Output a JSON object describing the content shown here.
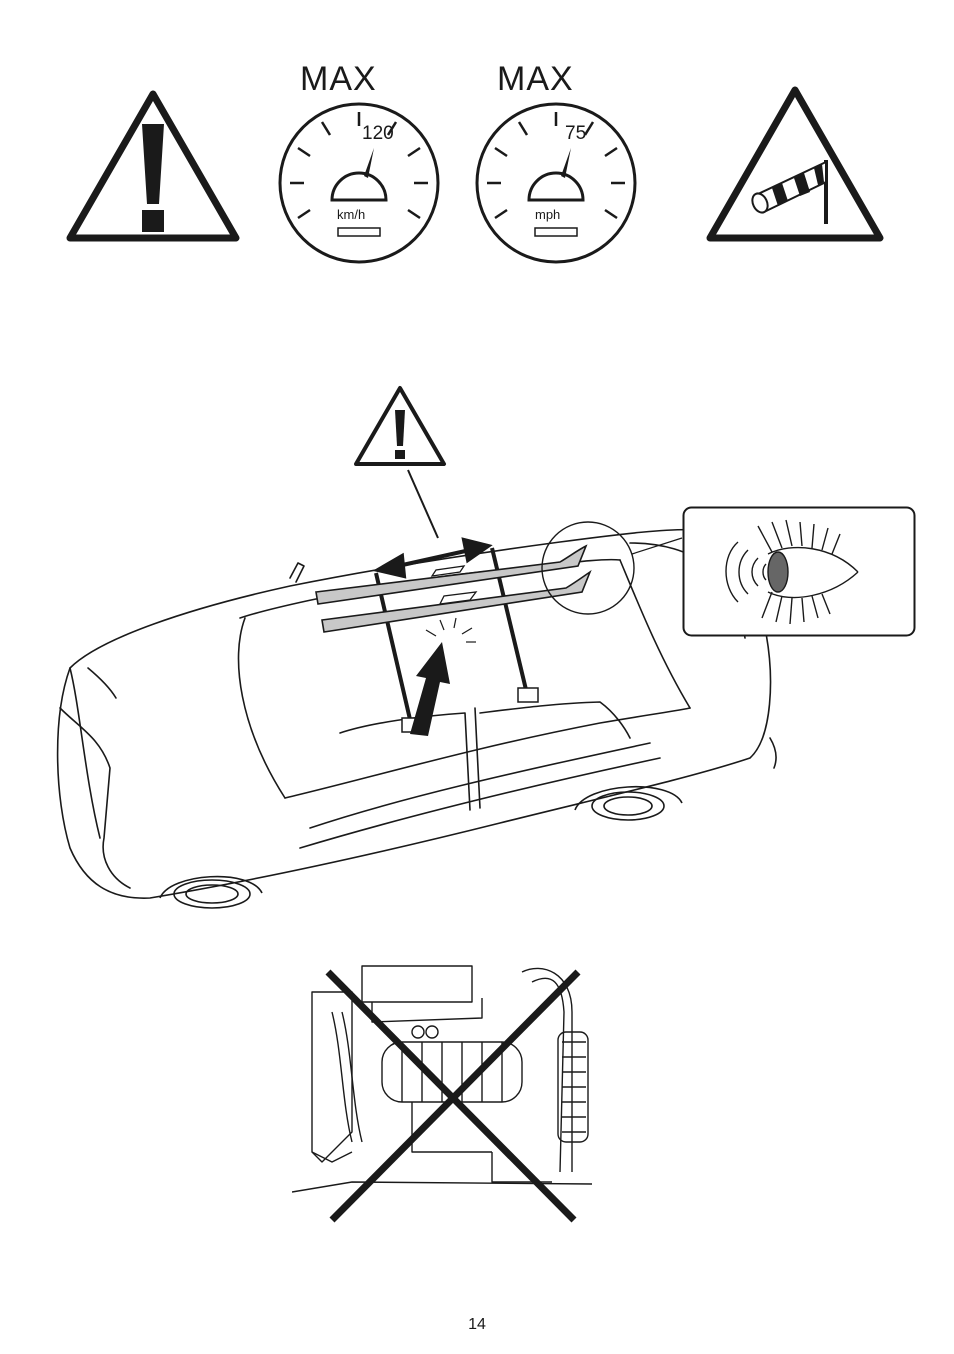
{
  "speed_signs": [
    {
      "heading": "MAX",
      "value": "120",
      "unit": "km/h"
    },
    {
      "heading": "MAX",
      "value": "75",
      "unit": "mph"
    }
  ],
  "icons": {
    "top_left": "warning-exclamation-icon",
    "top_right": "crosswind-windsock-icon",
    "car_warning": "warning-exclamation-icon",
    "inspect": "eye-inspect-icon",
    "car_wash": "no-car-wash-icon"
  },
  "colors": {
    "ink": "#1a1a1a",
    "ski_fill": "#c8c8c8",
    "paper": "#ffffff"
  },
  "footer": {
    "page_number": "14"
  }
}
